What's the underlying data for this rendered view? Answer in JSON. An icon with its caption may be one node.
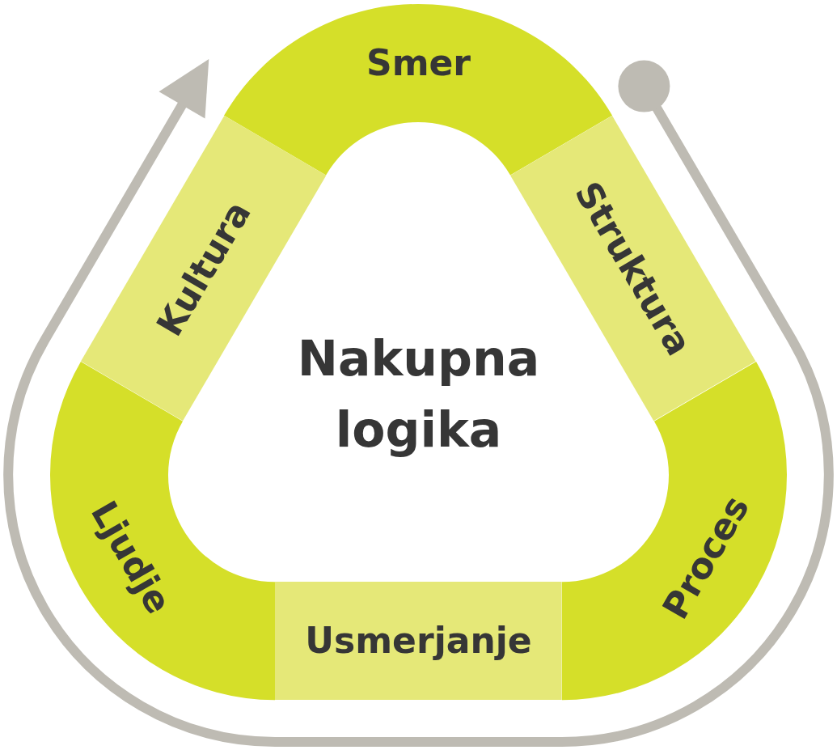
{
  "diagram": {
    "nodes": [
      {
        "text": [
          "Smer"
        ]
      },
      {
        "text": [
          "Struktura"
        ]
      },
      {
        "text": [
          "Proces"
        ]
      },
      {
        "text": [
          "Usmerjanje"
        ]
      },
      {
        "text": [
          "Ljudje"
        ]
      },
      {
        "text": [
          "Kultura"
        ]
      },
      {
        "text": [
          "Nakupna logika"
        ]
      }
    ]
  }
}
